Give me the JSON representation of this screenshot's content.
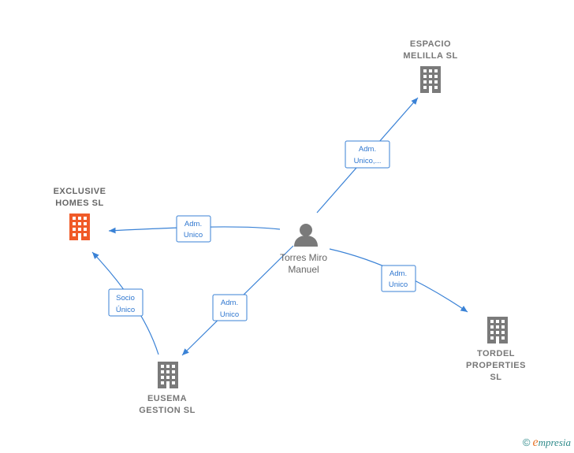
{
  "colors": {
    "edge": "#3a82d6",
    "building_gray": "#7a7a7a",
    "building_focus": "#f05a28",
    "person": "#7a7a7a"
  },
  "nodes": {
    "espacio": {
      "lines": [
        "ESPACIO",
        "MELILLA  SL"
      ],
      "icon": "building-icon"
    },
    "exclusive": {
      "lines": [
        "EXCLUSIVE",
        "HOMES  SL"
      ],
      "icon": "building-icon"
    },
    "torres": {
      "lines": [
        "Torres Miro",
        "Manuel"
      ],
      "icon": "person-icon"
    },
    "tordel": {
      "lines": [
        "TORDEL",
        "PROPERTIES",
        "SL"
      ],
      "icon": "building-icon"
    },
    "eusema": {
      "lines": [
        "EUSEMA",
        "GESTION  SL"
      ],
      "icon": "building-icon"
    }
  },
  "edges": {
    "torres_espacio": [
      "Adm.",
      "Unico,..."
    ],
    "torres_exclusive": [
      "Adm.",
      "Unico"
    ],
    "torres_tordel": [
      "Adm.",
      "Unico"
    ],
    "torres_eusema": [
      "Adm.",
      "Unico"
    ],
    "eusema_exclusive": [
      "Socio",
      "Único"
    ]
  },
  "brand": {
    "copyright": "©",
    "initial": "e",
    "rest": "mpresia"
  }
}
